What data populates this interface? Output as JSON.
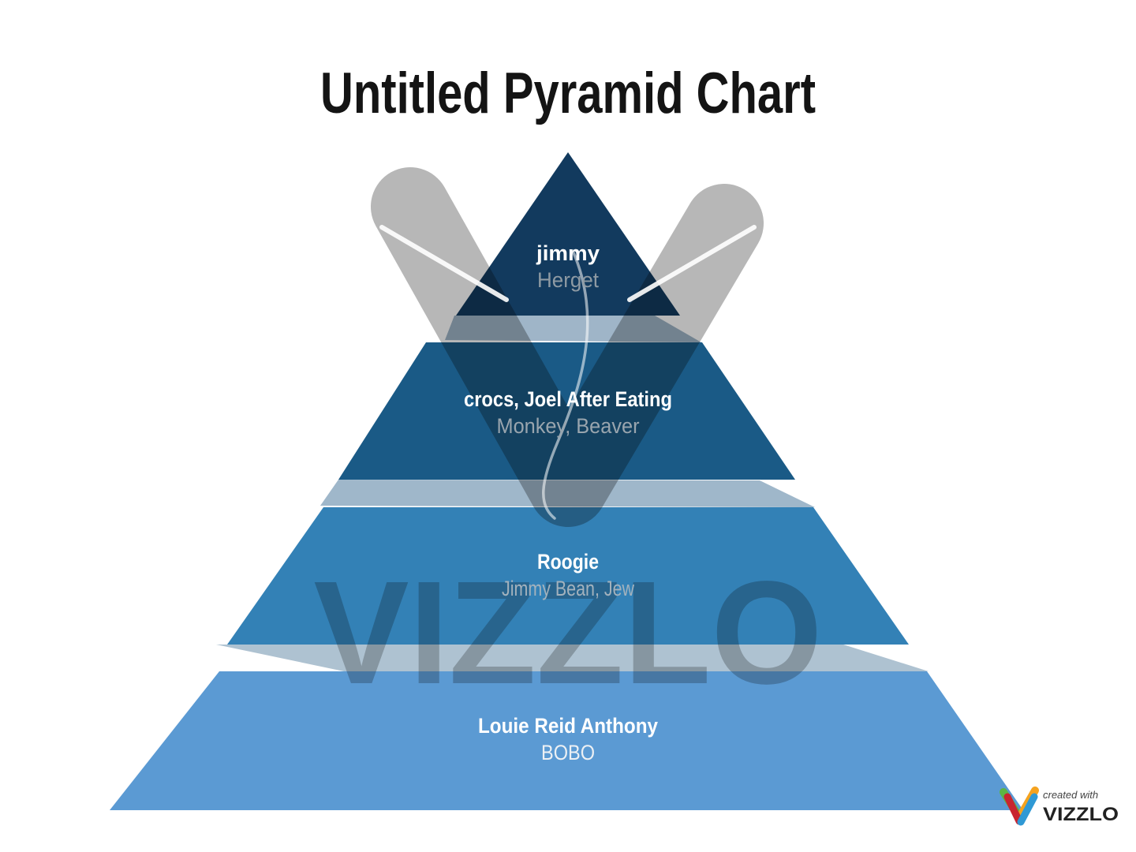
{
  "title": "Untitled Pyramid Chart",
  "chart_data": {
    "type": "pyramid",
    "title": "Untitled Pyramid Chart",
    "levels": [
      {
        "label": "jimmy",
        "description": "Herget",
        "color": "#123a5e",
        "description_color": "#8e9aa3"
      },
      {
        "label": "crocs, Joel After Eating",
        "description": "Monkey, Beaver",
        "color": "#1a5a86",
        "description_color": "#99a5ae"
      },
      {
        "label": "Roogie",
        "description": "Jimmy Bean, Jew",
        "color": "#3381b6",
        "description_color": "#a3b2bd"
      },
      {
        "label": "Louie Reid Anthony",
        "description": "BOBO",
        "color": "#5b9ad3",
        "description_color": "#ecf0f4"
      }
    ],
    "legend": "none",
    "orientation": "apex-top"
  },
  "colors": {
    "title": "#141414",
    "label_primary": "#ffffff",
    "fold1": "#9fb5c8",
    "fold2": "#9fb7ca",
    "fold3": "#aec2d1",
    "watermark_gray": "#b7b7b7",
    "watermark_text_gray": "#c5c5c5",
    "badge_prefix": "#444444",
    "badge_brand": "#222222",
    "badge_green": "#5cb544",
    "badge_orange": "#f5a31f",
    "badge_red": "#c8242f",
    "badge_blue": "#2f99d5"
  },
  "watermark": {
    "logo_text": "VIZZLO"
  },
  "badge": {
    "prefix": "created with",
    "brand": "VIZZLO"
  }
}
